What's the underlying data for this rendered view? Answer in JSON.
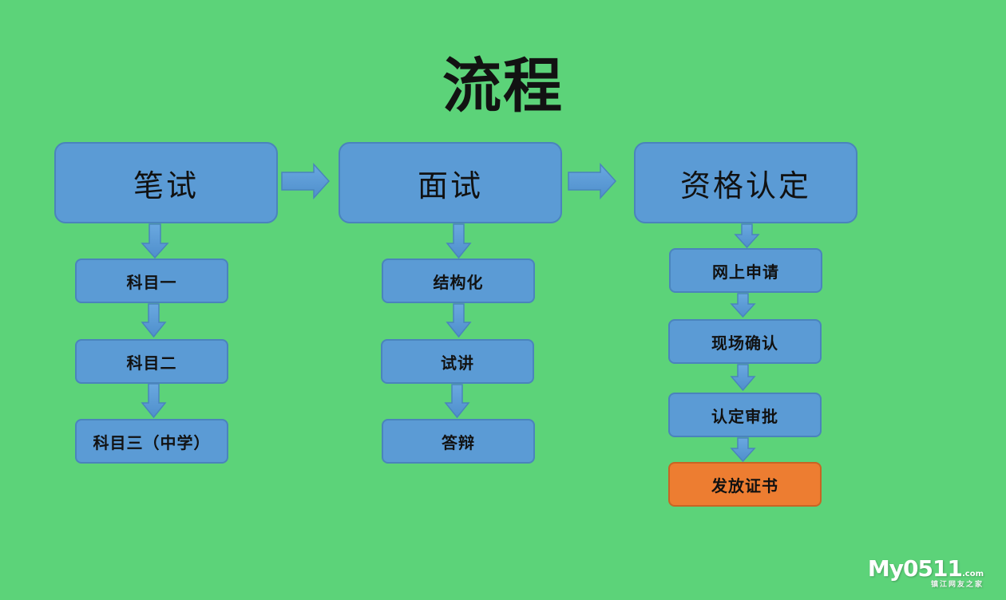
{
  "title": "流程",
  "columns": [
    {
      "header": "笔试",
      "steps": [
        "科目一",
        "科目二",
        "科目三（中学）"
      ]
    },
    {
      "header": "面试",
      "steps": [
        "结构化",
        "试讲",
        "答辩"
      ]
    },
    {
      "header": "资格认定",
      "steps": [
        "网上申请",
        "现场确认",
        "认定审批",
        "发放证书"
      ]
    }
  ],
  "highlight_step": "发放证书",
  "colors": {
    "background": "#5cd379",
    "box_fill": "#5b9bd5",
    "box_border": "#4a84bc",
    "highlight_fill": "#ed7d31",
    "text": "#111111"
  },
  "watermark": {
    "brand": "My0511",
    "suffix": ".com",
    "tagline": "镇江网友之家"
  }
}
